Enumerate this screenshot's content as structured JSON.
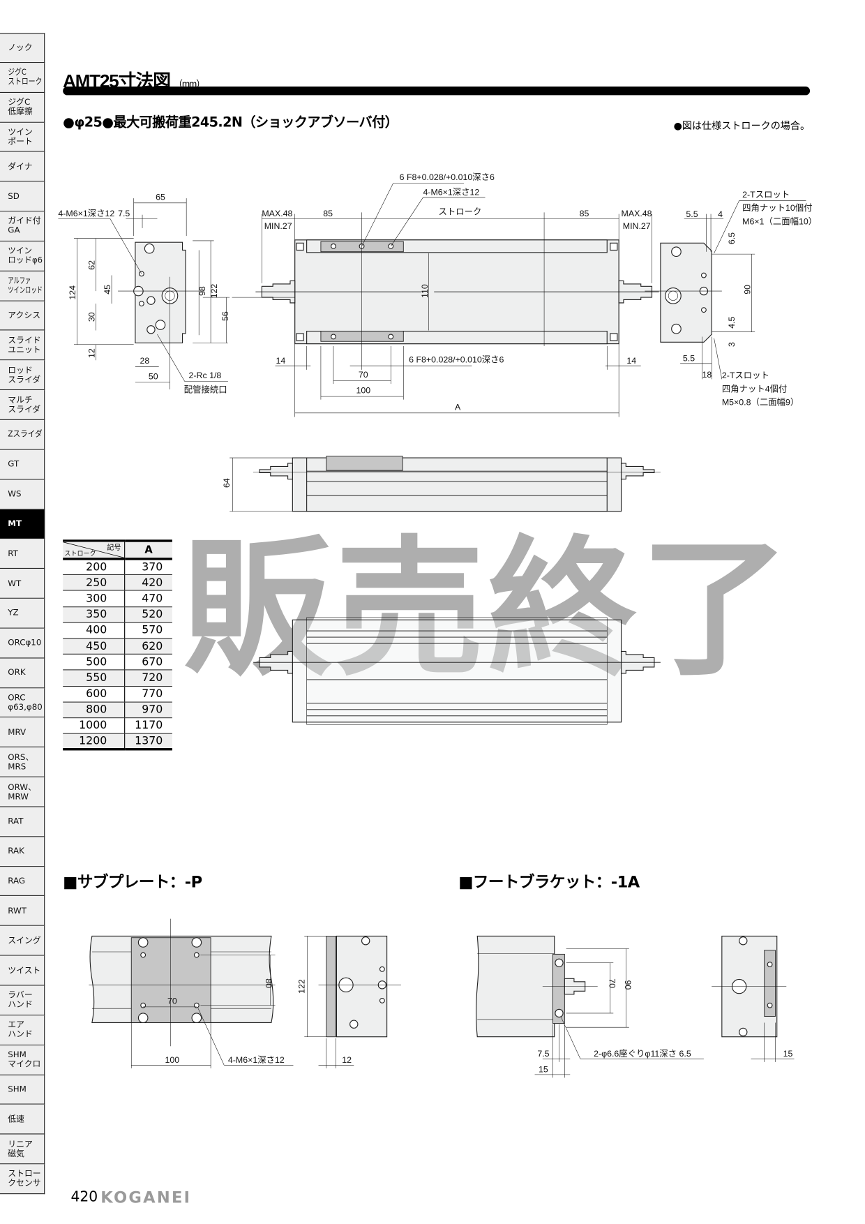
{
  "sidebar": {
    "items": [
      {
        "label": "ノック"
      },
      {
        "label": "ジグC\nストローク"
      },
      {
        "label": "ジグC\n低摩擦"
      },
      {
        "label": "ツイン\nポート"
      },
      {
        "label": "ダイナ"
      },
      {
        "label": "SD"
      },
      {
        "label": "ガイド付\nGA"
      },
      {
        "label": "ツイン\nロッドφ6"
      },
      {
        "label": "アルファ\nツインロッド"
      },
      {
        "label": "アクシス"
      },
      {
        "label": "スライド\nユニット"
      },
      {
        "label": "ロッド\nスライダ"
      },
      {
        "label": "マルチ\nスライダ"
      },
      {
        "label": "Zスライダ"
      },
      {
        "label": "GT"
      },
      {
        "label": "WS"
      },
      {
        "label": "MT",
        "active": true
      },
      {
        "label": "RT"
      },
      {
        "label": "WT"
      },
      {
        "label": "YZ"
      },
      {
        "label": "ORCφ10"
      },
      {
        "label": "ORK"
      },
      {
        "label": "ORC\nφ63,φ80"
      },
      {
        "label": "MRV"
      },
      {
        "label": "ORS、\nMRS"
      },
      {
        "label": "ORW、\nMRW"
      },
      {
        "label": "RAT"
      },
      {
        "label": "RAK"
      },
      {
        "label": "RAG"
      },
      {
        "label": "RWT"
      },
      {
        "label": "スイング"
      },
      {
        "label": "ツイスト"
      },
      {
        "label": "ラバー\nハンド"
      },
      {
        "label": "エア\nハンド"
      },
      {
        "label": "SHM\nマイクロ"
      },
      {
        "label": "SHM"
      },
      {
        "label": "低速"
      },
      {
        "label": "リニア\n磁気"
      },
      {
        "label": "ストロー\nクセンサ"
      }
    ]
  },
  "header": {
    "title": "AMT25寸法図",
    "unit": "（mm）",
    "subtitle": "●φ25●最大可搬荷重245.2N（ショックアブソーバ付）",
    "note": "●図は仕様ストロークの場合。"
  },
  "drawing": {
    "l_m6": "4-M6×1深さ12",
    "l_75": "7.5",
    "l_65": "65",
    "l_124": "124",
    "l_62": "62",
    "l_45": "45",
    "l_30": "30",
    "l_12": "12",
    "l_98": "98",
    "l_122": "122",
    "l_56": "56",
    "l_28": "28",
    "l_50": "50",
    "l_rc": "2-Rc 1/8",
    "l_port": "配管接続口",
    "m_max_l": "MAX.48",
    "m_min_l": "MIN.27",
    "m_85_l": "85",
    "m_stroke": "ストローク",
    "m_85_r": "85",
    "m_max_r": "MAX.48",
    "m_min_r": "MIN.27",
    "m_f8_top": "6 F8+0.028/+0.010深さ6",
    "m_m6": "4-M6×1深さ12",
    "m_110": "110",
    "m_14_l": "14",
    "m_70": "70",
    "m_100": "100",
    "m_f8_bot": "6 F8+0.028/+0.010深さ6",
    "m_A": "A",
    "m_14_r": "14",
    "r_ts1": "2-Tスロット",
    "r_nut1": "四角ナット10個付",
    "r_m6": "M6×1（二面幅10）",
    "r_55a": "5.5",
    "r_4": "4",
    "r_65": "6.5",
    "r_90": "90",
    "r_45": "4.5",
    "r_3": "3",
    "r_55b": "5.5",
    "r_18": "18",
    "r_ts2": "2-Tスロット",
    "r_nut2": "四角ナット4個付",
    "r_m5": "M5×0.8（二面幅9）",
    "s_64": "64",
    "p_70": "70",
    "p_80": "80",
    "p_100": "100",
    "p_m6": "4-M6×1深さ12",
    "p_122": "122",
    "p_12": "12",
    "f_70": "70",
    "f_90": "90",
    "f_75": "7.5",
    "f_15": "15",
    "f_hole": "2-φ6.6座ぐりφ11深さ 6.5",
    "f_15b": "15"
  },
  "table": {
    "header_stroke": "ストローク",
    "header_symbol": "記号",
    "header_A": "A",
    "rows": [
      {
        "stroke": "200",
        "A": "370"
      },
      {
        "stroke": "250",
        "A": "420"
      },
      {
        "stroke": "300",
        "A": "470"
      },
      {
        "stroke": "350",
        "A": "520"
      },
      {
        "stroke": "400",
        "A": "570"
      },
      {
        "stroke": "450",
        "A": "620"
      },
      {
        "stroke": "500",
        "A": "670"
      },
      {
        "stroke": "550",
        "A": "720"
      },
      {
        "stroke": "600",
        "A": "770"
      },
      {
        "stroke": "800",
        "A": "970"
      },
      {
        "stroke": "1000",
        "A": "1170"
      },
      {
        "stroke": "1200",
        "A": "1370"
      }
    ]
  },
  "watermark": "販売終了",
  "sections": {
    "subplate": "■サブプレート：-P",
    "foot": "■フートブラケット：-1A"
  },
  "footer": {
    "page": "420",
    "brand": "KOGANEI"
  }
}
